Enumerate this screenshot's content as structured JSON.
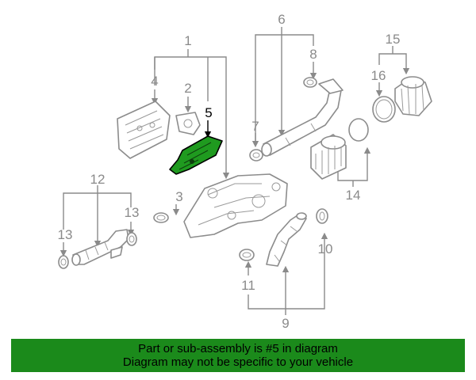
{
  "callouts": {
    "c1": "1",
    "c2": "2",
    "c3": "3",
    "c4": "4",
    "c5": "5",
    "c6": "6",
    "c7": "7",
    "c8": "8",
    "c9": "9",
    "c10": "10",
    "c11": "11",
    "c12": "12",
    "c13a": "13",
    "c13b": "13",
    "c14": "14",
    "c15": "15",
    "c16": "16"
  },
  "highlighted_part": "5",
  "colors": {
    "highlight_fill": "#1f9a1f",
    "banner_background": "#1b8a1b",
    "line_gray": "#8a8a8a"
  },
  "banner": {
    "line1": "Part or sub-assembly is #5 in diagram",
    "line2": "Diagram may not be specific to your vehicle"
  }
}
